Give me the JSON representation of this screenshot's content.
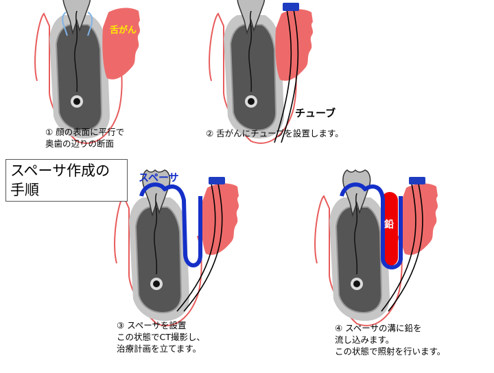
{
  "title": "スペーサ作成の\n手順",
  "panels": [
    {
      "caption": "①  顔の表面に平行で\n奥歯の辺りの断面",
      "label": "舌がん"
    },
    {
      "caption": "②  舌がんにチューブを設置します。",
      "label": "チューブ"
    },
    {
      "caption": "③  スペーサを設置\nこの状態でCT撮影し、\n治療計画を立てます。",
      "label": "スペーサ"
    },
    {
      "caption": "④  スペーサの溝に鉛を\n流し込みます。\nこの状態で照射を行います。",
      "label": "鉛"
    }
  ],
  "colors": {
    "tumor": "#ee6a6a",
    "gum_line": "#e85a5a",
    "bone_outer": "#c8c8c8",
    "bone_inner": "#555555",
    "tooth": "#bdbdbd",
    "spacer": "#1530c8",
    "lead": "#ee0000",
    "tube_cap": "#1e3cc0",
    "cancer_label": "#ffee00"
  }
}
